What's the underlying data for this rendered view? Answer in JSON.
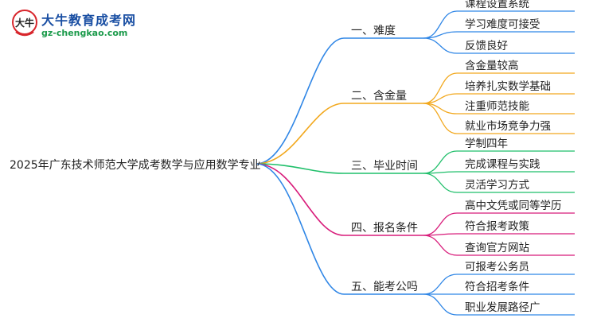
{
  "logo": {
    "name": "大牛教育成考网",
    "url": "gz-chengkao.com",
    "mark_text": "大牛"
  },
  "root": {
    "label": "2025年广东技术师范大学成考数学与应用数学专业"
  },
  "branches": [
    {
      "label": "一、难度",
      "color": "#2f86e6",
      "children": [
        "课程设置系统",
        "学习难度可接受",
        "反馈良好"
      ]
    },
    {
      "label": "二、含金量",
      "color": "#f2a81d",
      "children": [
        "含金量较高",
        "培养扎实数学基础",
        "注重师范技能",
        "就业市场竞争力强"
      ]
    },
    {
      "label": "三、毕业时间",
      "color": "#1fbf6a",
      "children": [
        "学制四年",
        "完成课程与实践",
        "灵活学习方式"
      ]
    },
    {
      "label": "四、报名条件",
      "color": "#d81b7a",
      "children": [
        "高中文凭或同等学历",
        "符合报考政策",
        "查询官方网站"
      ]
    },
    {
      "label": "五、能考公吗",
      "color": "#2f86e6",
      "children": [
        "可报考公务员",
        "符合招考条件",
        "职业发展路径广"
      ]
    }
  ]
}
